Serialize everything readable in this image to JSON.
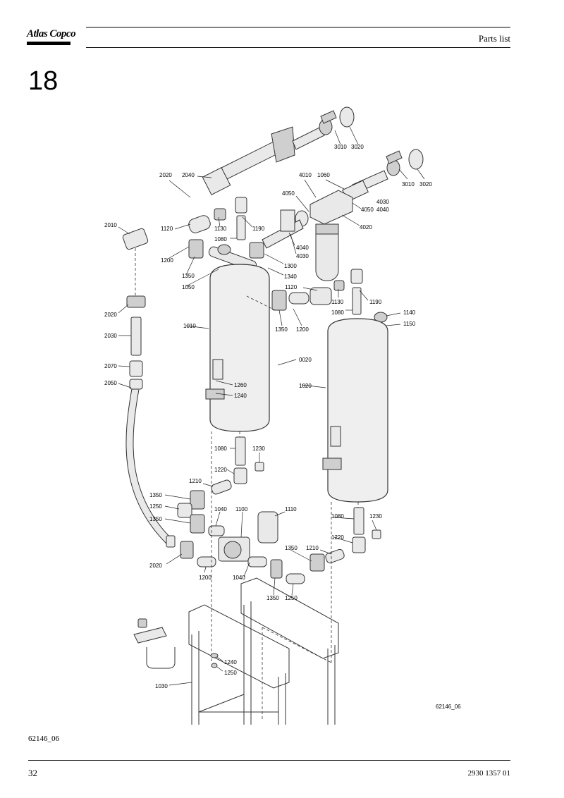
{
  "header": {
    "brand": "Atlas Copco",
    "section_title": "Parts list"
  },
  "chapter_number": "18",
  "diagram": {
    "figure_label": "62146_06",
    "callouts": {
      "c3010a": "3010",
      "c3020a": "3020",
      "c3010b": "3010",
      "c3020b": "3020",
      "c2020a": "2020",
      "c2040": "2040",
      "c4010": "4010",
      "c1060": "1060",
      "c4050a": "4050",
      "c4050b": "4050",
      "c4030a": "4030",
      "c4040a": "4040",
      "c4020": "4020",
      "c2010": "2010",
      "c1120a": "1120",
      "c1130a": "1130",
      "c1190a": "1190",
      "c1080a": "1080",
      "c4040b": "4040",
      "c4030b": "4030",
      "c1200a": "1200",
      "c1350a": "1350",
      "c1300": "1300",
      "c1340": "1340",
      "c1050": "1050",
      "c1120b": "1120",
      "c1130b": "1130",
      "c1190b": "1190",
      "c2020b": "2020",
      "c1080b": "1080",
      "c1140": "1140",
      "c1150": "1150",
      "c1350b": "1350",
      "c1200b": "1200",
      "c2030": "2030",
      "c1010": "1010",
      "c0020": "0020",
      "c2070": "2070",
      "c1020": "1020",
      "c2050": "2050",
      "c1260": "1260",
      "c1240a": "1240",
      "c1080c": "1080",
      "c1230a": "1230",
      "c1220a": "1220",
      "c1210a": "1210",
      "c1350c": "1350",
      "c1250a": "1250",
      "c1040a": "1040",
      "c1100": "1100",
      "c1110": "1110",
      "c1350d": "1350",
      "c1080d": "1080",
      "c1230b": "1230",
      "c1220b": "1220",
      "c2020c": "2020",
      "c1200c": "1200",
      "c1040b": "1040",
      "c1350e": "1350",
      "c1210b": "1210",
      "c1350f": "1350",
      "c1250b": "1250",
      "c1240b": "1240",
      "c1250c": "1250",
      "c1030": "1030"
    }
  },
  "footer": {
    "figure_ref": "62146_06",
    "page_number": "32",
    "document_number": "2930 1357 01"
  }
}
